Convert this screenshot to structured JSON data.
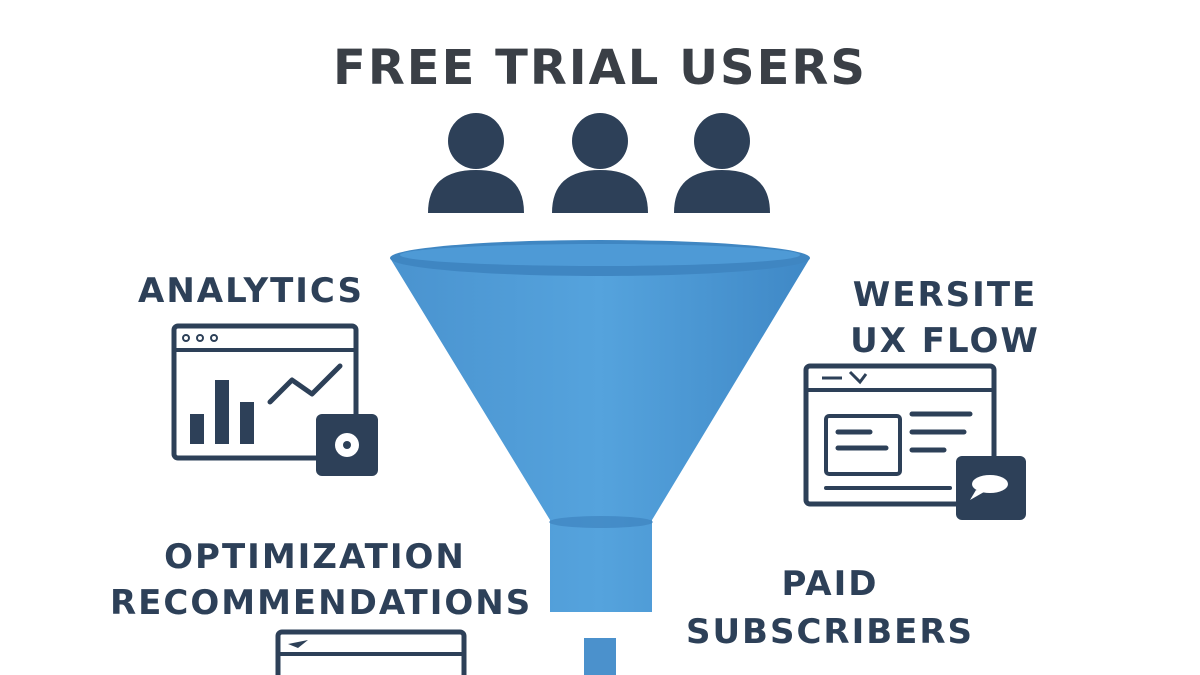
{
  "title": "FREE TRIAL USERS",
  "labels": {
    "analytics": "ANALYTICS",
    "ux_line1": "WERSITE",
    "ux_line2": "UX FLOW",
    "opt_line1": "OPTIMIZATION",
    "opt_line2": "RECOMMENDATIONS",
    "paid_line1": "PAID",
    "paid_line2": "SUBSCRIBERS"
  },
  "icons": {
    "users": "user-group-icon",
    "funnel": "funnel-icon",
    "analytics": "analytics-dashboard-icon",
    "ux": "website-layout-icon",
    "optimization": "browser-window-icon"
  },
  "colors": {
    "dark": "#2d4058",
    "funnel": "#4b97d1",
    "funnel_rim": "#3f86c2",
    "background": "#ffffff"
  }
}
